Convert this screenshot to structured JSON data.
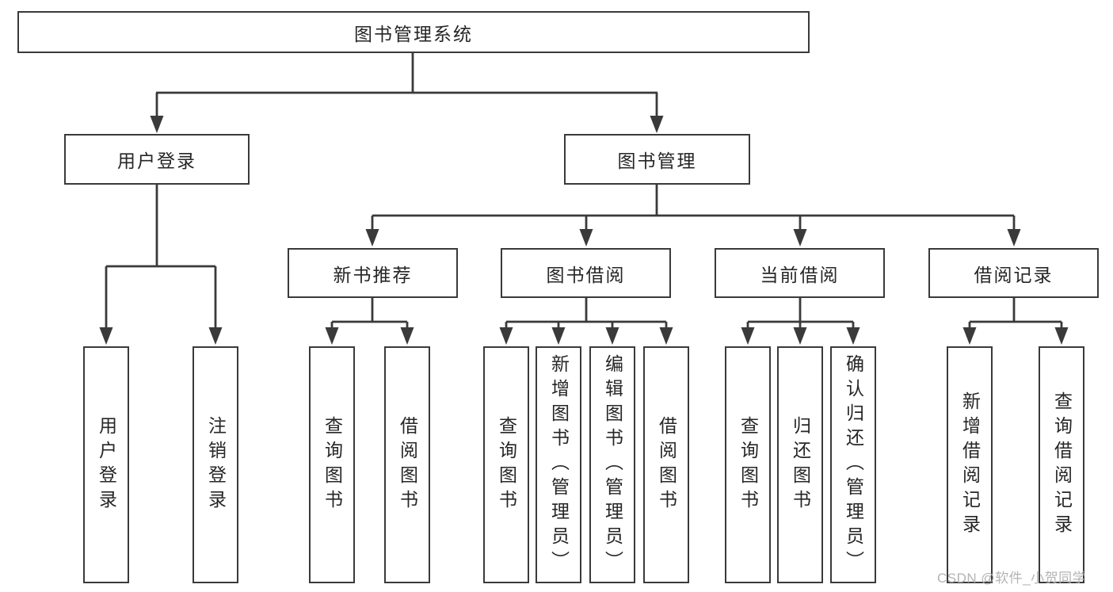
{
  "colors": {
    "background": "#ffffff",
    "line": "#3a3a3a",
    "box_border": "#3a3a3a",
    "text": "#262626",
    "watermark": "#b3b3b3"
  },
  "tree": {
    "root": {
      "label": "图书管理系统"
    },
    "branches": [
      {
        "label": "用户登录",
        "children": [
          {
            "label": "用户登录"
          },
          {
            "label": "注销登录"
          }
        ]
      },
      {
        "label": "图书管理",
        "children": [
          {
            "label": "新书推荐",
            "children": [
              {
                "label": "查询图书"
              },
              {
                "label": "借阅图书"
              }
            ]
          },
          {
            "label": "图书借阅",
            "children": [
              {
                "label": "查询图书"
              },
              {
                "label": "新增图书（管理员）"
              },
              {
                "label": "编辑图书（管理员）"
              },
              {
                "label": "借阅图书"
              }
            ]
          },
          {
            "label": "当前借阅",
            "children": [
              {
                "label": "查询图书"
              },
              {
                "label": "归还图书"
              },
              {
                "label": "确认归还（管理员）"
              }
            ]
          },
          {
            "label": "借阅记录",
            "children": [
              {
                "label": "新增借阅记录"
              },
              {
                "label": "查询借阅记录"
              }
            ]
          }
        ]
      }
    ]
  },
  "watermark": {
    "text": "CSDN @软件_小贺同学"
  }
}
